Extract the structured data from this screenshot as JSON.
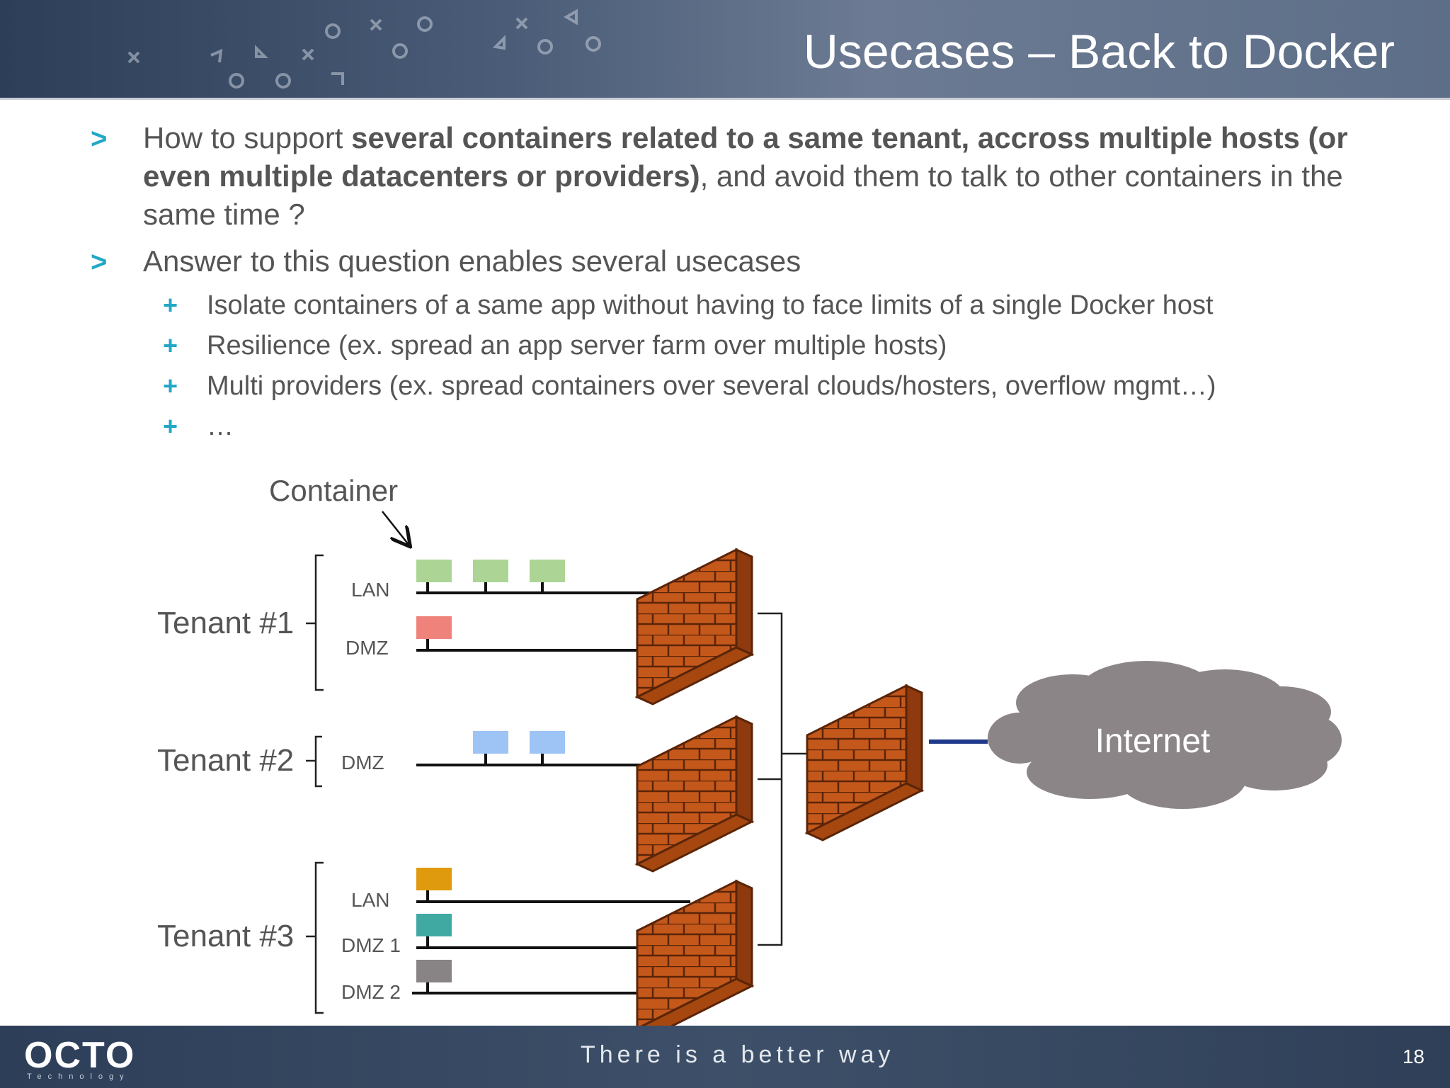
{
  "slide": {
    "title": "Usecases – Back to Docker",
    "bullet_marker": ">",
    "sub_marker": "+",
    "bullets": [
      {
        "pre": "How to support ",
        "bold": "several containers related to a same tenant, accross multiple hosts (or even multiple datacenters or providers)",
        "post": ", and avoid them to talk to other containers in the same time ?"
      },
      {
        "text": "Answer to this question enables several usecases"
      }
    ],
    "sub_bullets": [
      "Isolate containers of a same app without having to face limits of a single Docker host",
      "Resilience (ex. spread an app server farm over multiple hosts)",
      "Multi providers (ex. spread containers over several clouds/hosters, overflow mgmt…)",
      "…"
    ]
  },
  "diagram": {
    "container_label": "Container",
    "internet_label": "Internet",
    "tenants": [
      {
        "name": "Tenant #1",
        "networks": [
          "LAN",
          "DMZ"
        ]
      },
      {
        "name": "Tenant #2",
        "networks": [
          "DMZ"
        ]
      },
      {
        "name": "Tenant #3",
        "networks": [
          "LAN",
          "DMZ 1",
          "DMZ 2"
        ]
      }
    ],
    "colors": {
      "lan_container": "#acd595",
      "dmz_container_t1": "#ef837c",
      "dmz_container_t2": "#9ec3f5",
      "t3_lan_container": "#e09a0e",
      "t3_dmz1_container": "#3fa9a2",
      "t3_dmz2_container": "#888384",
      "brick": "#c4581b",
      "cloud": "#8c8587",
      "uplink": "#1f3a8a"
    }
  },
  "footer": {
    "logo": "OCTO",
    "logo_sub": "Technology",
    "tagline": "There is a better way",
    "page_number": "18"
  }
}
